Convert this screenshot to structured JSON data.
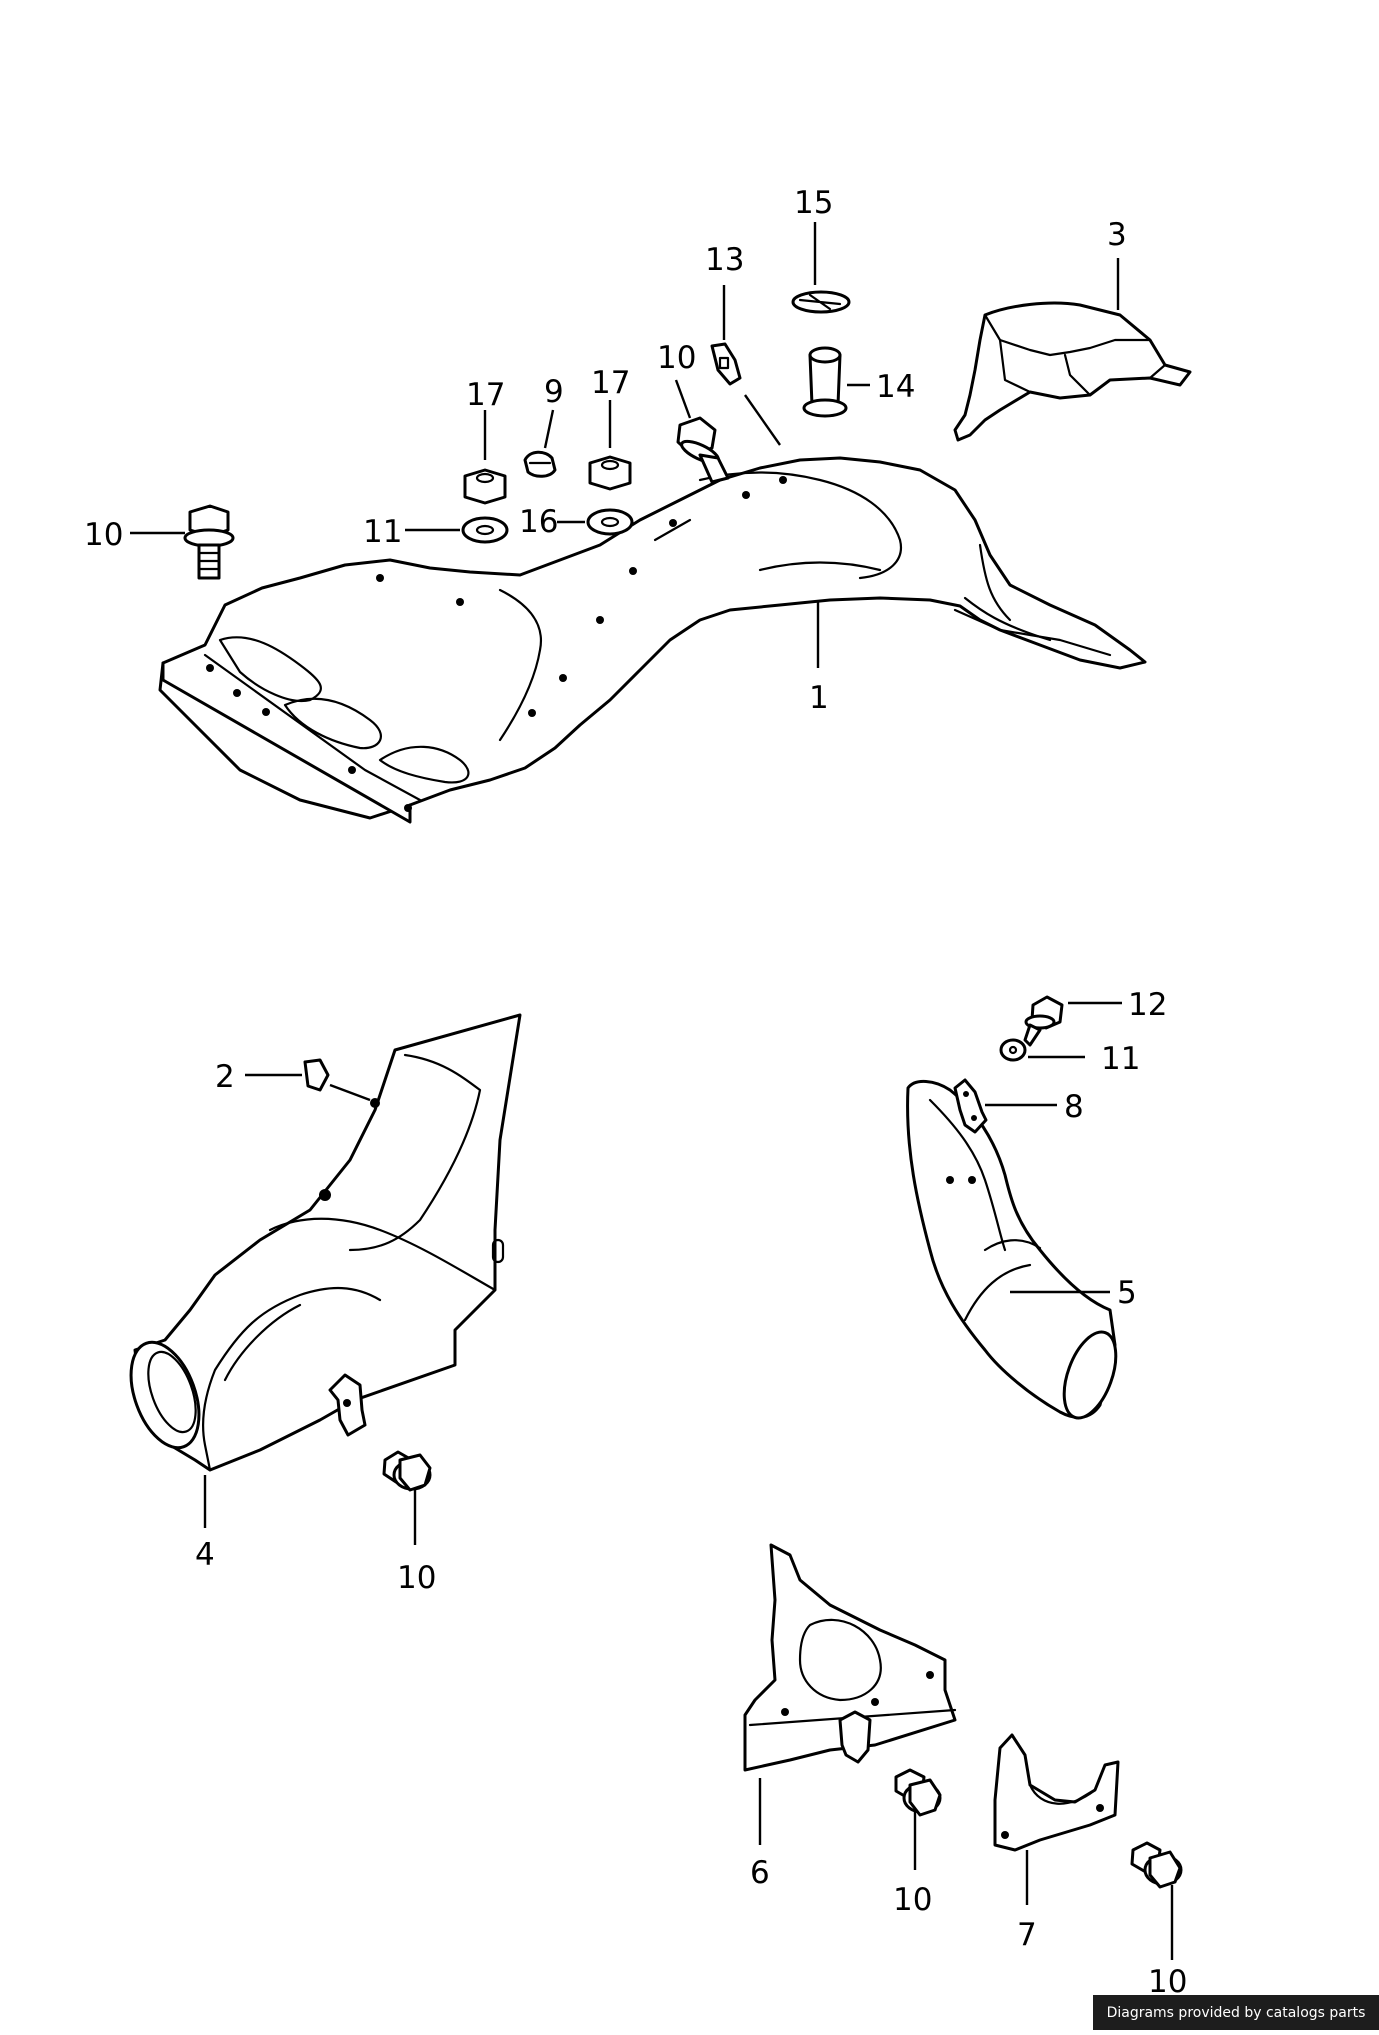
{
  "labels": {
    "p1": "1",
    "p2": "2",
    "p3": "3",
    "p4": "4",
    "p5": "5",
    "p6": "6",
    "p7": "7",
    "p8": "8",
    "p9": "9",
    "p10a": "10",
    "p10b": "10",
    "p10c": "10",
    "p10d": "10",
    "p10e": "10",
    "p11a": "11",
    "p11b": "11",
    "p12": "12",
    "p13": "13",
    "p14": "14",
    "p15": "15",
    "p16": "16",
    "p17a": "17",
    "p17b": "17"
  },
  "credit": "Diagrams provided by catalogs parts"
}
